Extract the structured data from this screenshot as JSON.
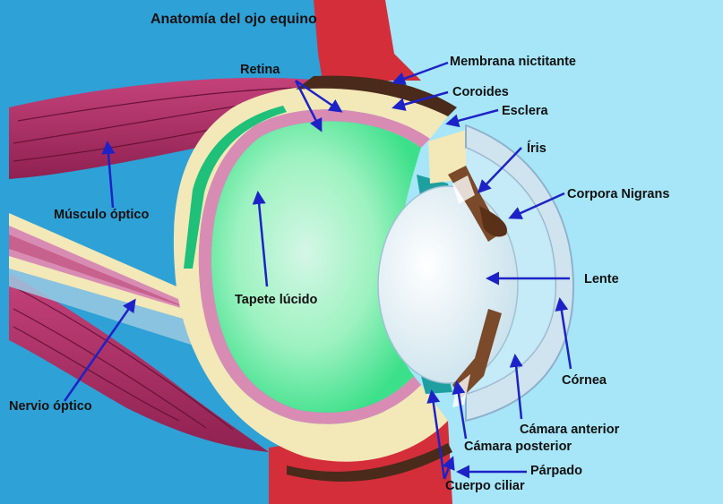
{
  "title": "Anatomía del ojo equino",
  "labels": {
    "retina": "Retina",
    "membrana": "Membrana nictitante",
    "coroides": "Coroides",
    "esclera": "Esclera",
    "iris": "Íris",
    "corpora": "Corpora Nigrans",
    "musculo": "Músculo óptico",
    "tapete": "Tapete lúcido",
    "lente": "Lente",
    "nervio": "Nervio óptico",
    "cornea": "Córnea",
    "camara_anterior": "Cámara anterior",
    "camara_posterior": "Cámara posterior",
    "parpado": "Párpado",
    "cuerpo_ciliar": "Cuerpo ciliar"
  },
  "colors": {
    "background_left": "#2ea1d6",
    "background_right": "#a6e6f8",
    "eyelid_red": "#d42e3a",
    "muscle": "#b5356a",
    "sclera": "#f3e8b8",
    "choroid": "#d98cb3",
    "vitreous": "#8ef0b8",
    "lens": "#e4f1f6",
    "arrow": "#1d22c8"
  }
}
